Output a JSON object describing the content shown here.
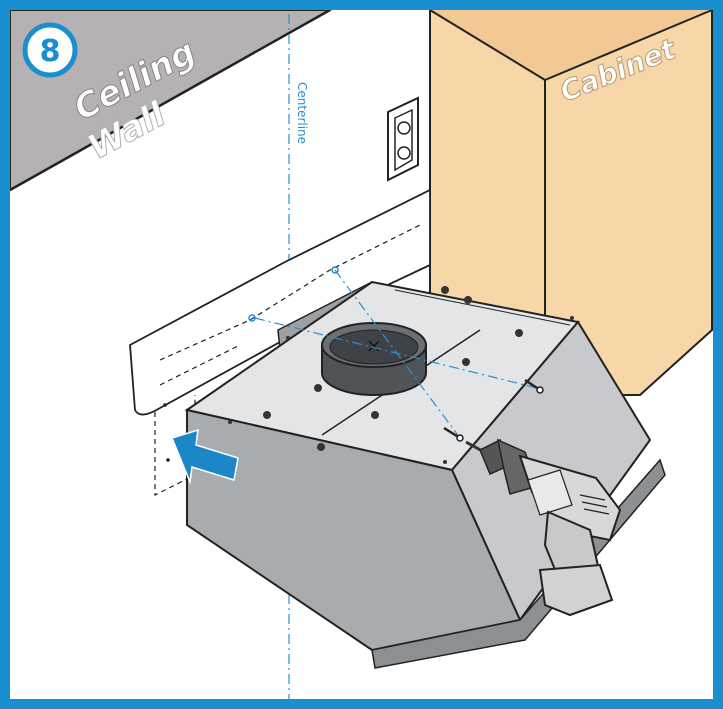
{
  "step": {
    "number": "8"
  },
  "labels": {
    "ceiling": "Ceiling",
    "wall": "Wall",
    "centerline": "Centerline",
    "cabinet": "Cabinet"
  },
  "colors": {
    "frame": "#1a8fd0",
    "ceiling": "#b7b2b2",
    "cabinet": "#f7d6a8",
    "hood_top": "#e3e5e7",
    "hood_side": "#a9acaf",
    "arrow": "#1b86c8",
    "drill": "#d8d8d8"
  }
}
